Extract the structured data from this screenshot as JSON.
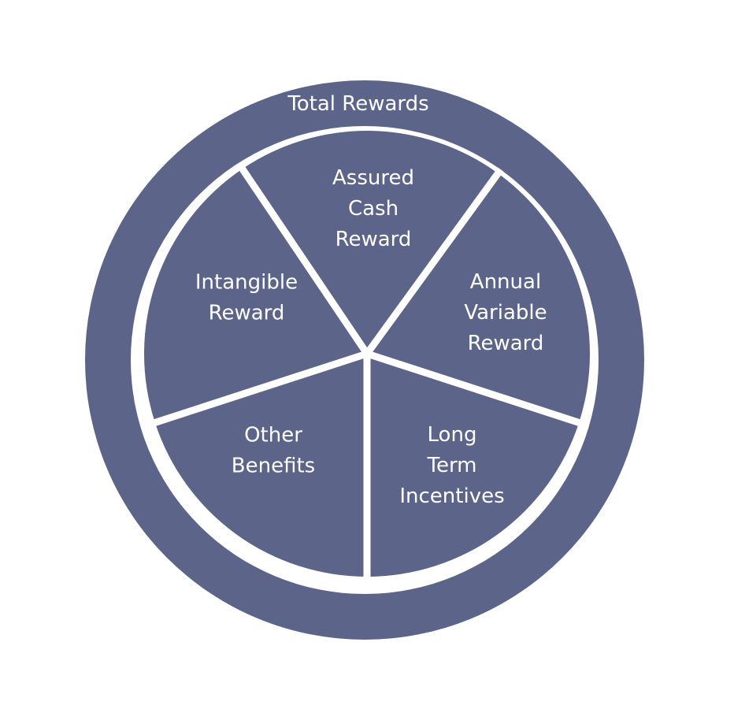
{
  "diagram": {
    "ring_label": "Total Rewards",
    "colors": {
      "fill": "#5c6589",
      "separator": "#ffffff",
      "text": "#ffffff"
    },
    "segments": [
      {
        "lines": [
          "Assured",
          "Cash",
          "Reward"
        ]
      },
      {
        "lines": [
          "Annual",
          "Variable",
          "Reward"
        ]
      },
      {
        "lines": [
          "Long",
          "Term",
          "Incentives"
        ]
      },
      {
        "lines": [
          "Other",
          "Benefits"
        ]
      },
      {
        "lines": [
          "Intangible",
          "Reward"
        ]
      }
    ]
  }
}
